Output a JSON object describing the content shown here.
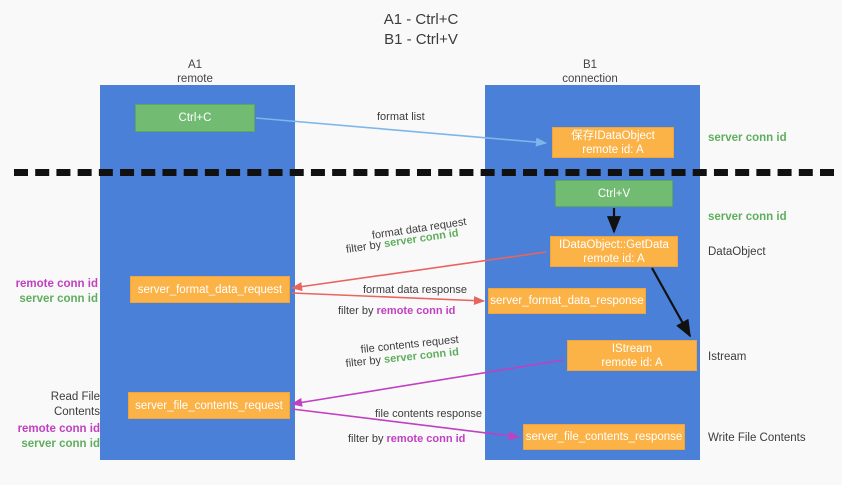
{
  "title": {
    "line1": "A1 - Ctrl+C",
    "line2": "B1 - Ctrl+V"
  },
  "columns": [
    {
      "name": "A1",
      "sub": "remote"
    },
    {
      "name": "B1",
      "sub": "connection"
    }
  ],
  "colors": {
    "lane": "#4a80d8",
    "green_box": "#72bb72",
    "orange_box": "#fbb247",
    "server_conn_id": "#5fae5f",
    "remote_conn_id": "#c13fc1",
    "arrow_blue": "#7eb6ea",
    "arrow_red": "#e8645f",
    "arrow_magenta": "#c13fc1",
    "arrow_black": "#000000",
    "background": "#f9f9f9"
  },
  "boxes": {
    "ctrl_c": "Ctrl+C",
    "save_idataobject_l1": "保存IDataObject",
    "save_idataobject_l2": "remote id: A",
    "ctrl_v": "Ctrl+V",
    "getdata_l1": "IDataObject::GetData",
    "getdata_l2": "remote id: A",
    "format_data_request": "server_format_data_request",
    "format_data_response": "server_format_data_response",
    "istream_l1": "IStream",
    "istream_l2": "remote id: A",
    "file_contents_request": "server_file_contents_request",
    "file_contents_response": "server_file_contents_response"
  },
  "annotations": {
    "server_conn_id": "server conn id",
    "remote_conn_id": "remote conn id",
    "dataobject": "DataObject",
    "istream": "Istream",
    "write_file_contents": "Write File Contents",
    "read_file_contents": "Read File Contents"
  },
  "edges": {
    "format_list": "format list",
    "format_data_request": "format data request",
    "filter_by": "filter by",
    "format_data_response": "format data response",
    "file_contents_request": "file contents request",
    "file_contents_response": "file contents response"
  }
}
